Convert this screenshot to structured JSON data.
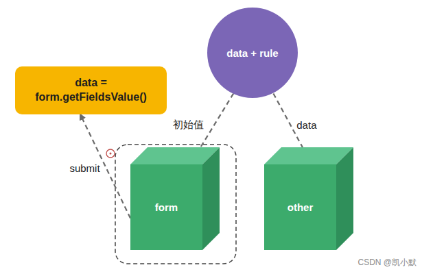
{
  "diagram": {
    "nodes": [
      {
        "text": [
          "data = form.getFieldsValue()"
        ]
      },
      {
        "text": [
          "data + rule"
        ]
      },
      {
        "text": [
          "form"
        ]
      },
      {
        "text": [
          "other"
        ]
      }
    ],
    "edges": [
      {
        "from": 1,
        "to": 2,
        "label": "初始值",
        "arrow": "to"
      },
      {
        "from": 1,
        "to": 3,
        "label": "data",
        "arrow": "to"
      },
      {
        "from": 2,
        "to": 0,
        "label": "submit",
        "arrow": "to"
      }
    ],
    "labels": [
      "CSDN @凯小默"
    ]
  }
}
